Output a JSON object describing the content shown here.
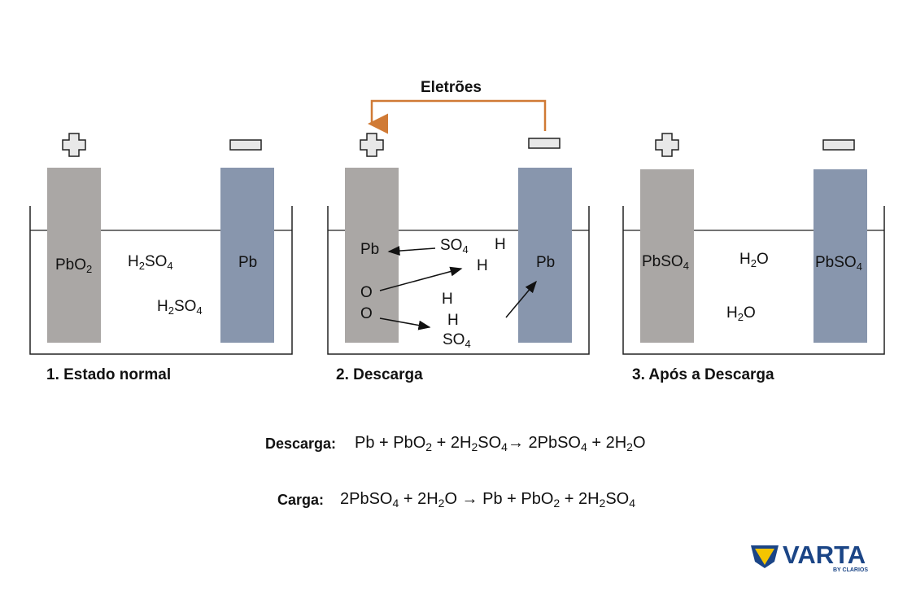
{
  "colors": {
    "positive_plate": "#aaa7a5",
    "negative_plate": "#8896ad",
    "wire": "#d07a35",
    "outline": "#222222",
    "brand": "#1b4586",
    "brand_yellow": "#f4c400"
  },
  "wire_label": "Eletrões",
  "captions": [
    "1. Estado normal",
    "2. Descarga",
    "3. Após a Descarga"
  ],
  "cell1": {
    "left_plate": [
      {
        "t": "PbO"
      },
      {
        "t": "2",
        "sub": true
      }
    ],
    "acid_top": [
      {
        "t": "H"
      },
      {
        "t": "2",
        "sub": true
      },
      {
        "t": "SO"
      },
      {
        "t": "4",
        "sub": true
      }
    ],
    "acid_bottom": [
      {
        "t": "H"
      },
      {
        "t": "2",
        "sub": true
      },
      {
        "t": "SO"
      },
      {
        "t": "4",
        "sub": true
      }
    ],
    "right_plate": [
      {
        "t": "Pb"
      }
    ]
  },
  "cell2": {
    "left_pb": [
      {
        "t": "Pb"
      }
    ],
    "so4_top": [
      {
        "t": "SO"
      },
      {
        "t": "4",
        "sub": true
      }
    ],
    "h1": [
      {
        "t": "H"
      }
    ],
    "h2": [
      {
        "t": "H"
      }
    ],
    "right_pb": [
      {
        "t": "Pb"
      }
    ],
    "o1": [
      {
        "t": "O"
      }
    ],
    "o2": [
      {
        "t": "O"
      }
    ],
    "h3": [
      {
        "t": "H"
      }
    ],
    "h4": [
      {
        "t": "H"
      }
    ],
    "so4_bottom": [
      {
        "t": "SO"
      },
      {
        "t": "4",
        "sub": true
      }
    ]
  },
  "cell3": {
    "left_plate": [
      {
        "t": "PbSO"
      },
      {
        "t": "4",
        "sub": true
      }
    ],
    "water_top": [
      {
        "t": "H"
      },
      {
        "t": "2",
        "sub": true
      },
      {
        "t": "O"
      }
    ],
    "water_bottom": [
      {
        "t": "H"
      },
      {
        "t": "2",
        "sub": true
      },
      {
        "t": "O"
      }
    ],
    "right_plate": [
      {
        "t": "PbSO"
      },
      {
        "t": "4",
        "sub": true
      }
    ]
  },
  "equations": {
    "discharge_label": "Descarga:",
    "discharge": [
      {
        "t": "Pb + PbO"
      },
      {
        "t": "2",
        "sub": true
      },
      {
        "t": " + 2H"
      },
      {
        "t": "2",
        "sub": true
      },
      {
        "t": "SO"
      },
      {
        "t": "4",
        "sub": true
      },
      {
        "t": "→ 2PbSO"
      },
      {
        "t": "4",
        "sub": true
      },
      {
        "t": " + 2H"
      },
      {
        "t": "2",
        "sub": true
      },
      {
        "t": "O"
      }
    ],
    "charge_label": "Carga:",
    "charge": [
      {
        "t": "2PbSO"
      },
      {
        "t": "4",
        "sub": true
      },
      {
        "t": " + 2H"
      },
      {
        "t": "2",
        "sub": true
      },
      {
        "t": "O → Pb + PbO"
      },
      {
        "t": "2",
        "sub": true
      },
      {
        "t": " + 2H"
      },
      {
        "t": "2",
        "sub": true
      },
      {
        "t": "SO"
      },
      {
        "t": "4",
        "sub": true
      }
    ]
  },
  "logo": {
    "name": "VARTA",
    "sub": "BY CLARIOS"
  }
}
